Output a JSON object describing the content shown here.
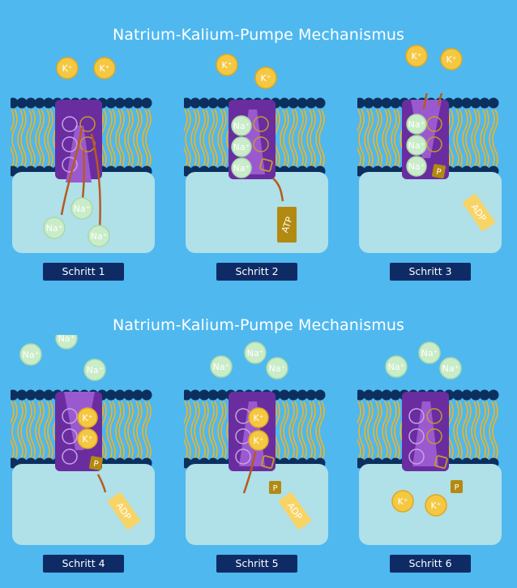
{
  "titles": {
    "top": "Natrium-Kalium-Pumpe Mechanismus",
    "bottom": "Natrium-Kalium-Pumpe Mechanismus"
  },
  "ions": {
    "potassium": "K⁺",
    "sodium": "Na⁺",
    "phosphate": "P",
    "atp": "ATP",
    "adp": "ADP"
  },
  "colors": {
    "background": "#4fb8ef",
    "cytoplasm": "#b0e0e8",
    "membrane_head": "#0c2f5e",
    "lipid_tail": "#f2b41c",
    "pump": "#6a2da0",
    "potassium": "#f5c842",
    "sodium": "#c9ecc9",
    "arrow": "#b85a1e",
    "label_bg": "#0f2b66"
  },
  "steps": [
    {
      "label": "Schritt 1"
    },
    {
      "label": "Schritt 2"
    },
    {
      "label": "Schritt 3"
    },
    {
      "label": "Schritt 4"
    },
    {
      "label": "Schritt 5"
    },
    {
      "label": "Schritt 6"
    }
  ]
}
